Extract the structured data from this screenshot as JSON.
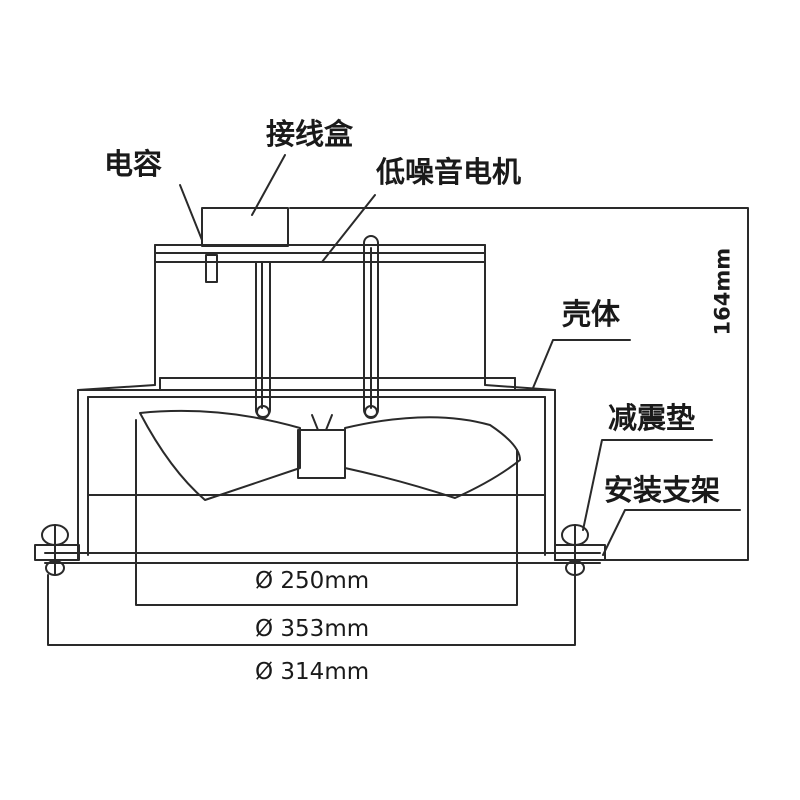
{
  "labels": {
    "capacitor": "电容",
    "junction_box": "接线盒",
    "low_noise_motor": "低噪音电机",
    "housing": "壳体",
    "damping_pad": "减震垫",
    "mounting_bracket": "安装支架"
  },
  "dimensions": {
    "height": "164mm",
    "dia_250": "Ø 250mm",
    "dia_353": "Ø 353mm",
    "dia_314": "Ø 314mm"
  },
  "colors": {
    "stroke": "#2a2a2a",
    "background": "#ffffff"
  }
}
